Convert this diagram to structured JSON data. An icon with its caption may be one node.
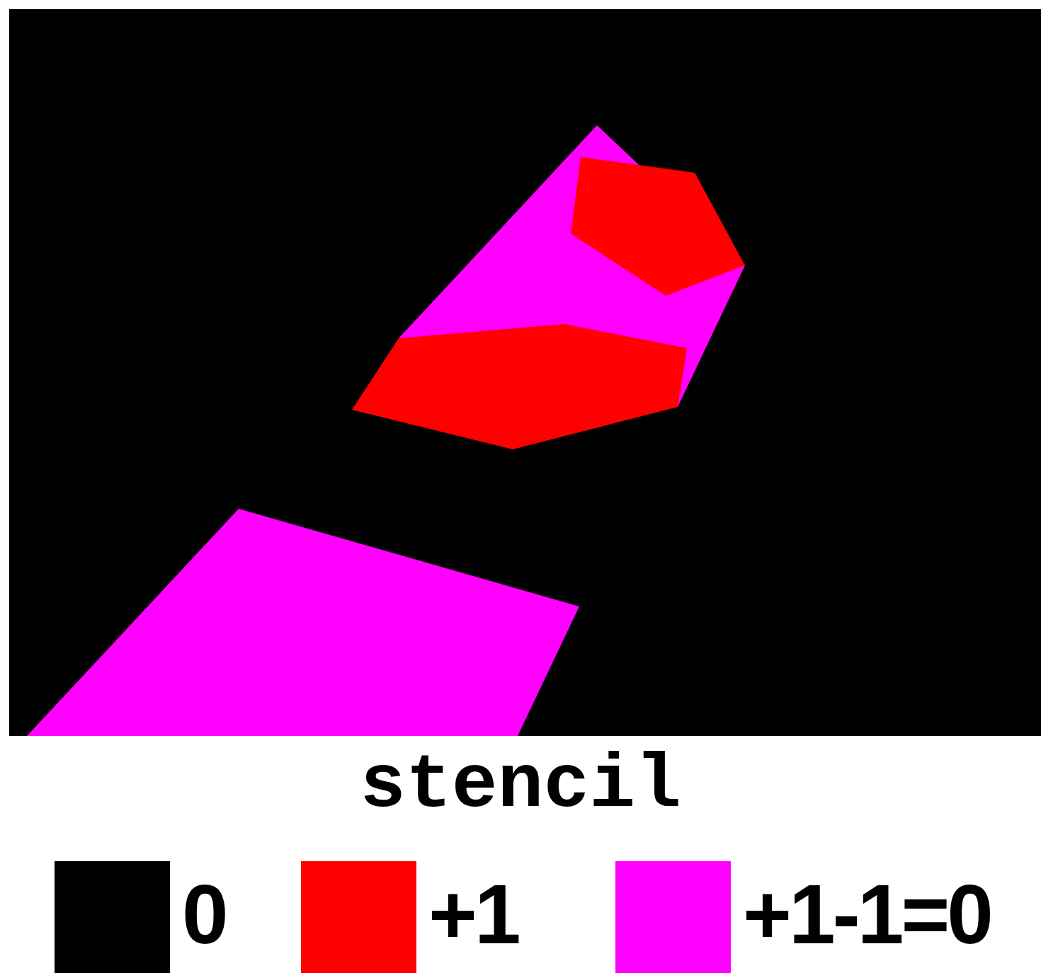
{
  "diagram": {
    "caption": "stencil",
    "legend": [
      {
        "text": "0",
        "color": "#000000"
      },
      {
        "text": "+1",
        "color": "#ff0000"
      },
      {
        "text": "+1-1=0",
        "color": "#ff00ff"
      }
    ]
  }
}
